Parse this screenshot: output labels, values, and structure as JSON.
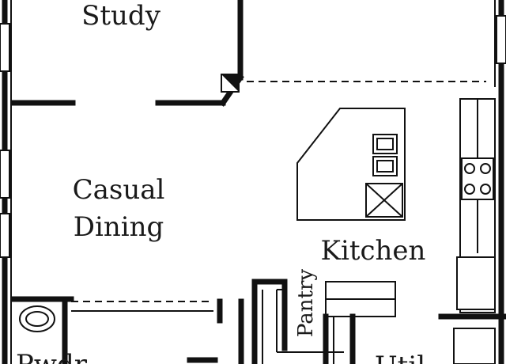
{
  "plan": {
    "rooms": {
      "study": "Study",
      "casual_dining": "Casual Dining",
      "casual_dining_line1": "Casual",
      "casual_dining_line2": "Dining",
      "kitchen": "Kitchen",
      "pantry": "Pantry",
      "powder_partial": "Pwdr",
      "utility_partial": "Util"
    }
  }
}
